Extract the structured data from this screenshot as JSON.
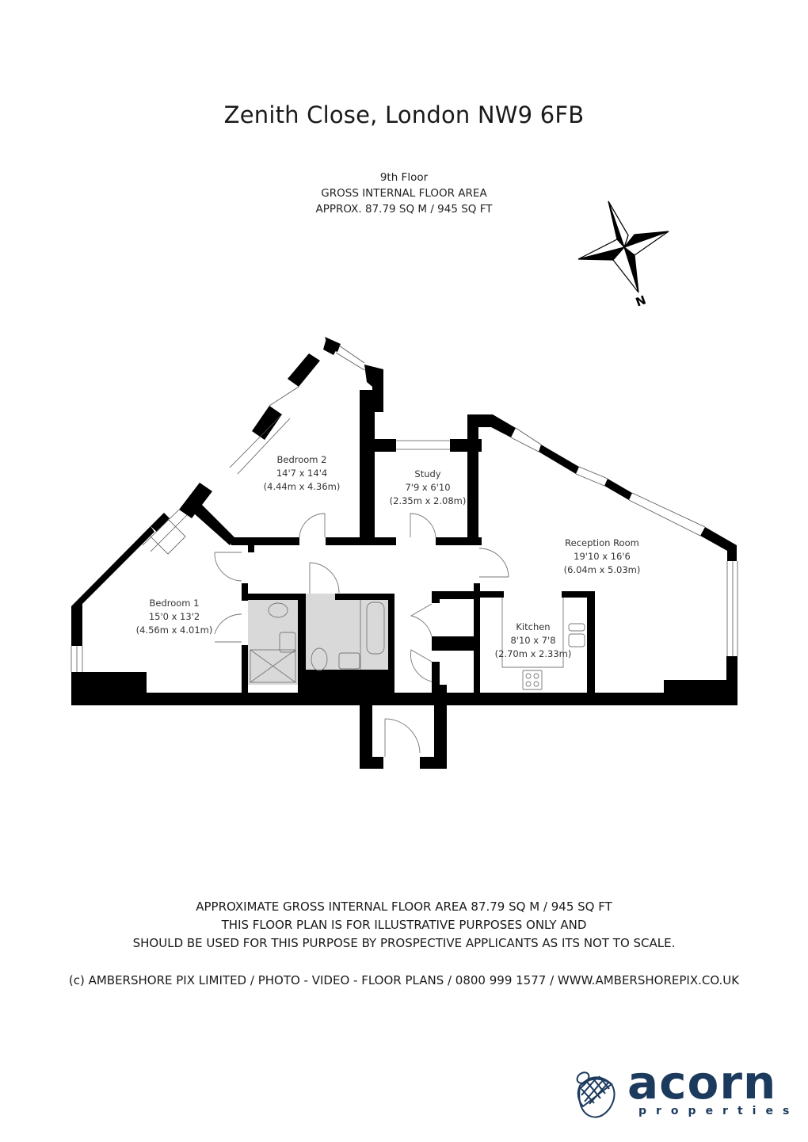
{
  "header": {
    "title": "Zenith Close, London NW9 6FB"
  },
  "floor_info": {
    "floor": "9th Floor",
    "area_label": "GROSS INTERNAL FLOOR AREA",
    "area_value": "APPROX. 87.79 SQ M / 945 SQ FT"
  },
  "compass": {
    "icon": "compass-rose-icon",
    "label": "N"
  },
  "rooms": [
    {
      "name": "Bedroom 2",
      "imperial": "14'7 x 14'4",
      "metric": "(4.44m x 4.36m)"
    },
    {
      "name": "Study",
      "imperial": "7'9 x 6'10",
      "metric": "(2.35m x 2.08m)"
    },
    {
      "name": "Reception Room",
      "imperial": "19'10 x 16'6",
      "metric": "(6.04m x 5.03m)"
    },
    {
      "name": "Bedroom 1",
      "imperial": "15'0 x 13'2",
      "metric": "(4.56m x 4.01m)"
    },
    {
      "name": "Kitchen",
      "imperial": "8'10 x 7'8",
      "metric": "(2.70m x 2.33m)"
    }
  ],
  "colors": {
    "wall": "#000000",
    "wet_room_fill": "#d9d9d9",
    "brand": "#1c3a5e"
  },
  "disclaimer": {
    "line1": "APPROXIMATE GROSS INTERNAL FLOOR AREA 87.79 SQ M / 945 SQ FT",
    "line2": "THIS FLOOR PLAN IS FOR ILLUSTRATIVE PURPOSES ONLY AND",
    "line3": "SHOULD BE USED FOR THIS PURPOSE BY PROSPECTIVE APPLICANTS AS ITS NOT TO SCALE."
  },
  "copyright": "(c) AMBERSHORE PIX LIMITED / PHOTO - VIDEO - FLOOR PLANS / 0800 999 1577 / WWW.AMBERSHOREPIX.CO.UK",
  "logo": {
    "icon": "acorn-icon",
    "word": "acorn",
    "sub": "properties"
  }
}
